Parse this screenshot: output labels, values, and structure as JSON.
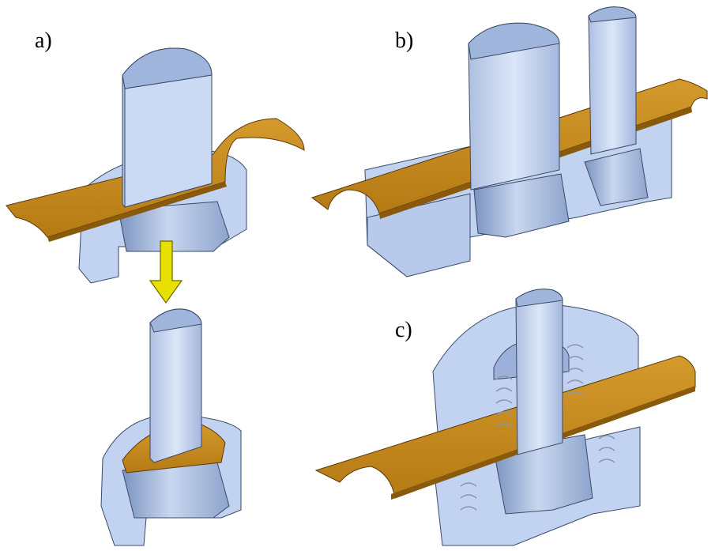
{
  "panels": [
    {
      "label": "a)"
    },
    {
      "label": "b)"
    },
    {
      "label": "c)"
    }
  ],
  "colors": {
    "steel_light": "#c9d9f4",
    "steel_mid": "#a9bfe4",
    "steel_dark": "#7f98c4",
    "strip_top": "#c98b1c",
    "strip_side": "#8a5a0c",
    "arrow": "#e8e000",
    "spring": "#e9edf2"
  }
}
